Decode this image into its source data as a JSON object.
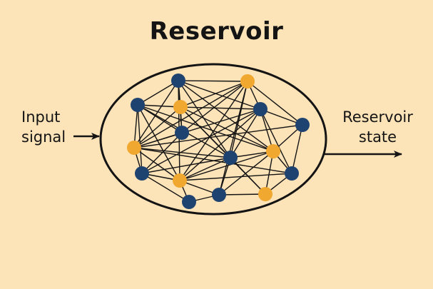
{
  "title": "Reservoir",
  "input_label": {
    "line1": "Input",
    "line2": "signal"
  },
  "output_label": {
    "line1": "Reservoir",
    "line2": "state"
  },
  "colors": {
    "background": "#FDE3B8",
    "node_blue": "#1F4370",
    "node_orange": "#F0A830",
    "line": "#141414"
  },
  "nodes": [
    {
      "id": 1,
      "type": "blue"
    },
    {
      "id": 2,
      "type": "orange"
    },
    {
      "id": 3,
      "type": "blue"
    },
    {
      "id": 4,
      "type": "orange"
    },
    {
      "id": 5,
      "type": "blue"
    },
    {
      "id": 6,
      "type": "blue"
    },
    {
      "id": 7,
      "type": "blue"
    },
    {
      "id": 8,
      "type": "orange"
    },
    {
      "id": 9,
      "type": "blue"
    },
    {
      "id": 10,
      "type": "orange"
    },
    {
      "id": 11,
      "type": "blue"
    },
    {
      "id": 12,
      "type": "orange"
    },
    {
      "id": 13,
      "type": "blue"
    },
    {
      "id": 14,
      "type": "blue"
    },
    {
      "id": 15,
      "type": "orange"
    },
    {
      "id": 16,
      "type": "blue"
    }
  ],
  "edges": [
    [
      1,
      2
    ],
    [
      1,
      3
    ],
    [
      1,
      4
    ],
    [
      1,
      7
    ],
    [
      1,
      8
    ],
    [
      1,
      5
    ],
    [
      1,
      9
    ],
    [
      1,
      10
    ],
    [
      1,
      12
    ],
    [
      2,
      4
    ],
    [
      2,
      5
    ],
    [
      2,
      6
    ],
    [
      2,
      7
    ],
    [
      2,
      8
    ],
    [
      2,
      9
    ],
    [
      2,
      12
    ],
    [
      2,
      14
    ],
    [
      3,
      4
    ],
    [
      3,
      8
    ],
    [
      3,
      7
    ],
    [
      3,
      11
    ],
    [
      3,
      12
    ],
    [
      3,
      9
    ],
    [
      3,
      10
    ],
    [
      4,
      5
    ],
    [
      4,
      7
    ],
    [
      4,
      8
    ],
    [
      4,
      10
    ],
    [
      4,
      9
    ],
    [
      4,
      15
    ],
    [
      5,
      6
    ],
    [
      5,
      9
    ],
    [
      5,
      10
    ],
    [
      5,
      12
    ],
    [
      5,
      8
    ],
    [
      5,
      11
    ],
    [
      5,
      13
    ],
    [
      6,
      10
    ],
    [
      6,
      13
    ],
    [
      6,
      8
    ],
    [
      7,
      8
    ],
    [
      7,
      11
    ],
    [
      8,
      11
    ],
    [
      8,
      12
    ],
    [
      8,
      13
    ],
    [
      8,
      9
    ],
    [
      9,
      10
    ],
    [
      9,
      12
    ],
    [
      9,
      14
    ],
    [
      9,
      15
    ],
    [
      9,
      11
    ],
    [
      10,
      13
    ],
    [
      10,
      15
    ],
    [
      10,
      12
    ],
    [
      10,
      14
    ],
    [
      11,
      12
    ],
    [
      11,
      16
    ],
    [
      12,
      16
    ],
    [
      12,
      14
    ],
    [
      12,
      13
    ],
    [
      13,
      15
    ],
    [
      14,
      16
    ],
    [
      14,
      15
    ]
  ]
}
